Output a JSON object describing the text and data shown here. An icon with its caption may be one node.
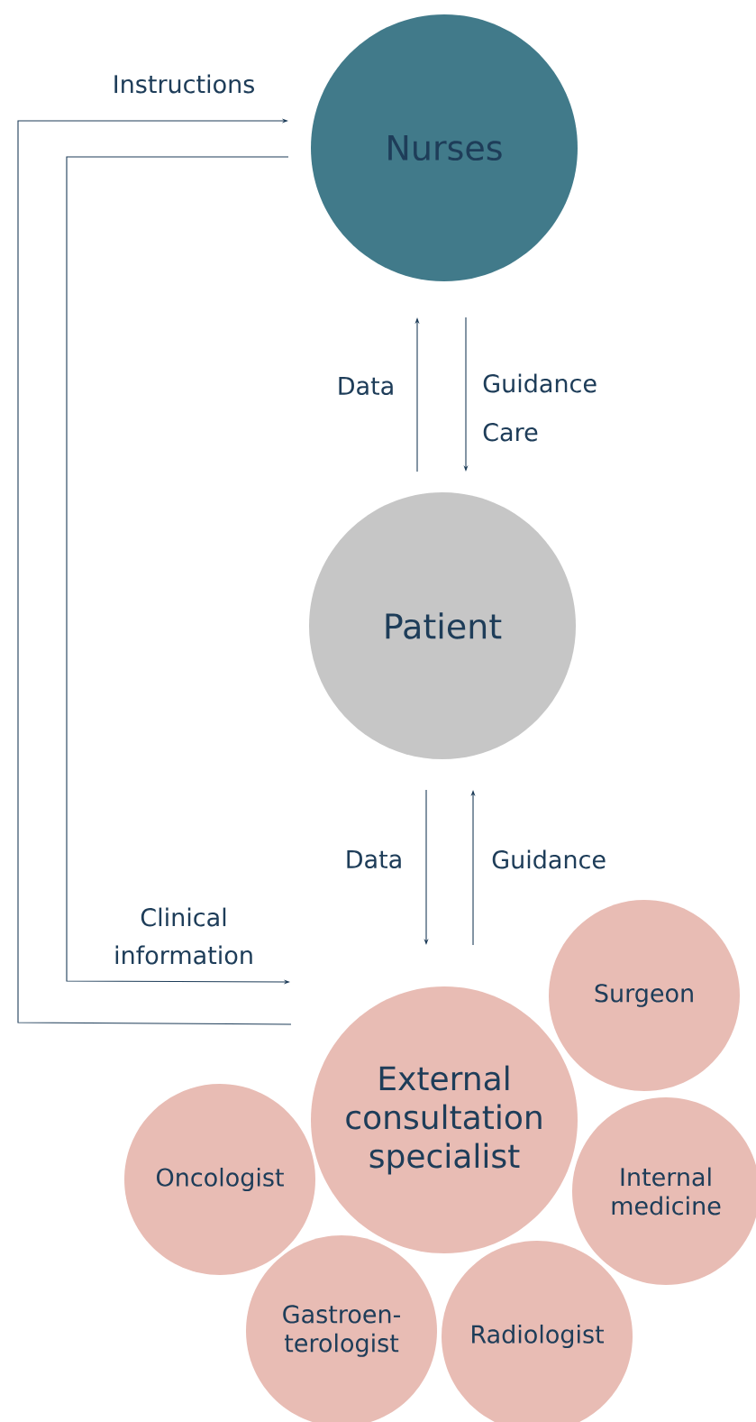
{
  "diagram": {
    "nodes": [
      {
        "text": [
          "Nurses"
        ]
      },
      {
        "text": [
          "Patient"
        ]
      },
      {
        "text": [
          "External consultation specialist"
        ]
      },
      {
        "text": [
          "Surgeon"
        ]
      },
      {
        "text": [
          "Oncologist"
        ]
      },
      {
        "text": [
          "Internal medicine"
        ]
      },
      {
        "text": [
          "Gastroen- terologist"
        ]
      },
      {
        "text": [
          "Radiologist"
        ]
      }
    ],
    "edges": [
      {
        "from": 2,
        "to": 0,
        "arrow": "to",
        "label": "Instructions"
      },
      {
        "from": 0,
        "to": 2,
        "arrow": "to",
        "label": "Clinical information"
      },
      {
        "from": 1,
        "to": 0,
        "arrow": "to",
        "label": "Data"
      },
      {
        "from": 0,
        "to": 1,
        "arrow": "to",
        "label": "Guidance Care"
      },
      {
        "from": 1,
        "to": 2,
        "arrow": "to",
        "label": "Data"
      },
      {
        "from": 2,
        "to": 1,
        "arrow": "to",
        "label": "Guidance"
      }
    ]
  }
}
